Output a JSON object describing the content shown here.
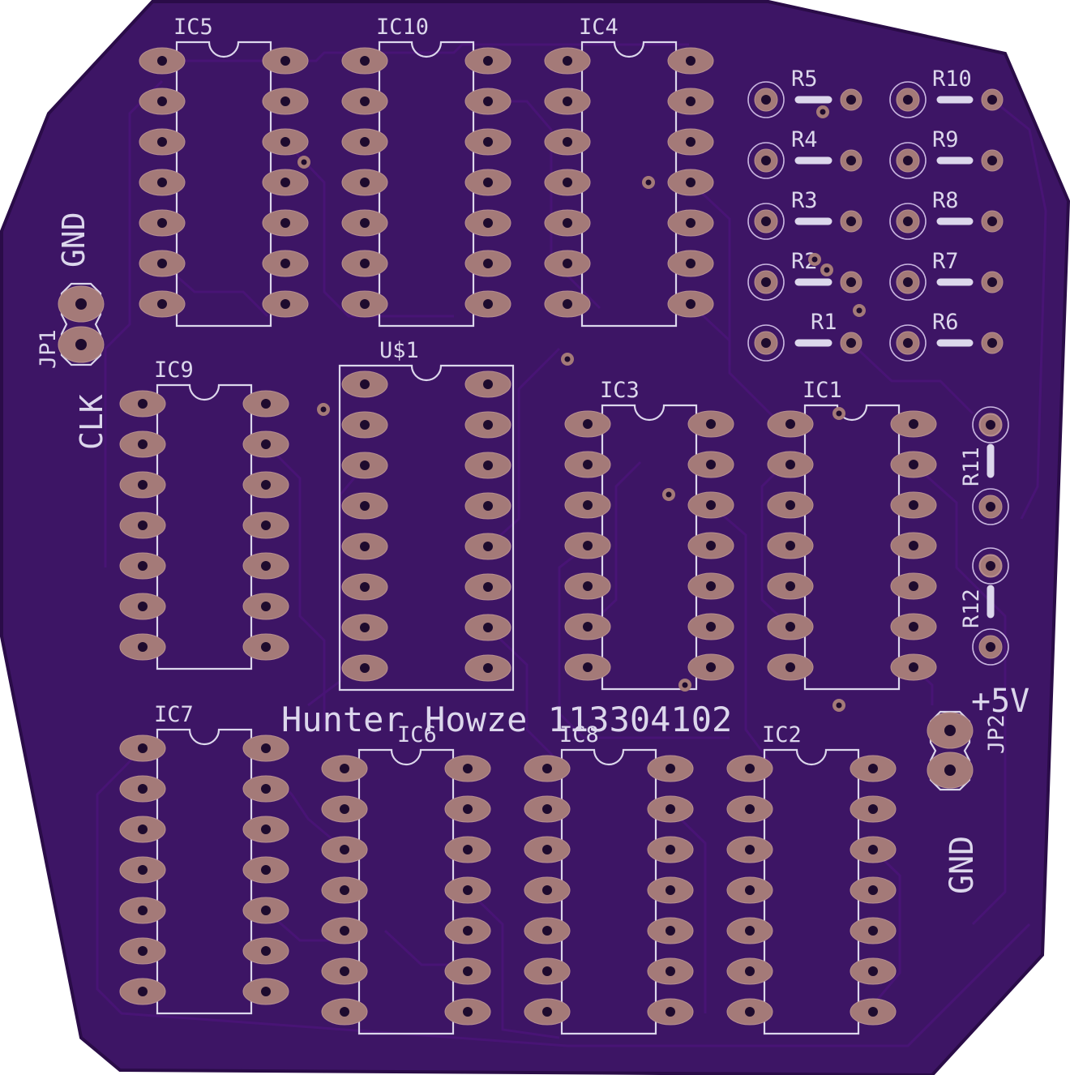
{
  "board": {
    "author_text": "Hunter Howze 113304102",
    "colors": {
      "solder_mask": "#3d1565",
      "board_edge": "#2a0c48",
      "silkscreen": "#dcd7ec",
      "copper_pad": "#a47a78",
      "drill": "#1e0b2e"
    }
  },
  "chips": [
    {
      "ref": "IC5",
      "pins": 14
    },
    {
      "ref": "IC10",
      "pins": 14
    },
    {
      "ref": "IC4",
      "pins": 14
    },
    {
      "ref": "IC9",
      "pins": 14
    },
    {
      "ref": "U$1",
      "pins": 16
    },
    {
      "ref": "IC3",
      "pins": 14
    },
    {
      "ref": "IC1",
      "pins": 14
    },
    {
      "ref": "IC7",
      "pins": 14
    },
    {
      "ref": "IC6",
      "pins": 14
    },
    {
      "ref": "IC8",
      "pins": 14
    },
    {
      "ref": "IC2",
      "pins": 14
    }
  ],
  "resistors": [
    "R5",
    "R10",
    "R4",
    "R9",
    "R3",
    "R8",
    "R2",
    "R7",
    "R1",
    "R6",
    "R11",
    "R12"
  ],
  "connectors": {
    "jp1": {
      "ref": "JP1",
      "pin_labels": [
        "GND",
        "CLK"
      ]
    },
    "jp2": {
      "ref": "JP2",
      "pin_labels": [
        "+5V",
        "GND"
      ]
    }
  }
}
